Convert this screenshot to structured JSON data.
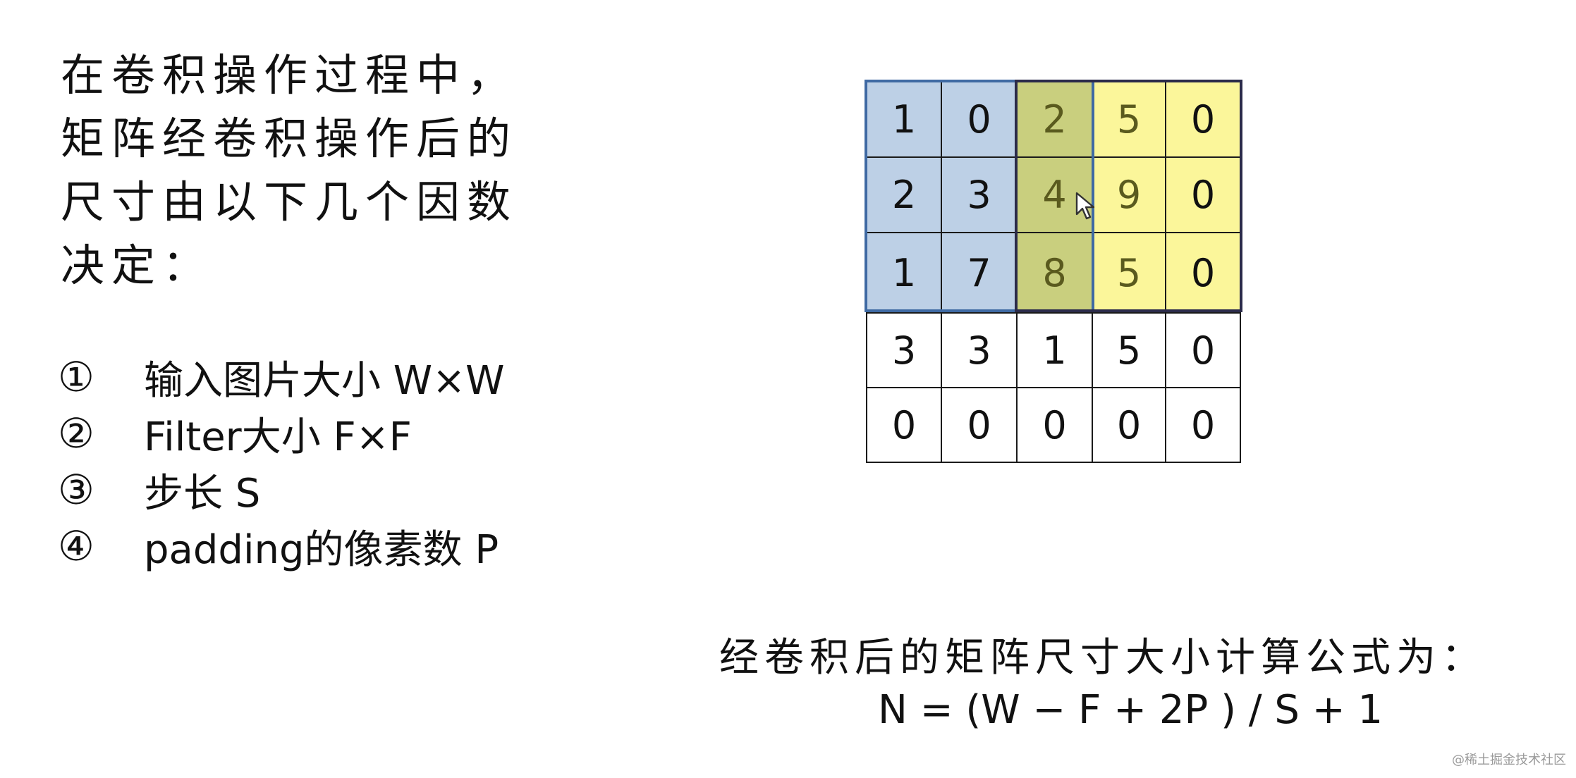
{
  "intro": {
    "lines": [
      "在卷积操作过程中，",
      "矩阵经卷积操作后的",
      "尺寸由以下几个因数",
      "决定："
    ]
  },
  "factors": [
    {
      "num": "①",
      "text": "输入图片大小 W×W"
    },
    {
      "num": "②",
      "text": "Filter大小 F×F"
    },
    {
      "num": "③",
      "text": "步长 S"
    },
    {
      "num": "④",
      "text": "padding的像素数 P"
    }
  ],
  "matrix": {
    "rows": [
      [
        "1",
        "0",
        "2",
        "5",
        "0"
      ],
      [
        "2",
        "3",
        "4",
        "9",
        "0"
      ],
      [
        "1",
        "7",
        "8",
        "5",
        "0"
      ],
      [
        "3",
        "3",
        "1",
        "5",
        "0"
      ],
      [
        "0",
        "0",
        "0",
        "0",
        "0"
      ]
    ]
  },
  "formula": {
    "label": "经卷积后的矩阵尺寸大小计算公式为：",
    "expression": "N = (W − F + 2P ) / S + 1"
  },
  "watermark": "@稀土掘金技术社区",
  "colors": {
    "blue_region": "#bdd0e6",
    "overlap_region": "#c9cf7e",
    "yellow_region": "#fbf69a",
    "blue_frame": "#3f6aa3"
  }
}
